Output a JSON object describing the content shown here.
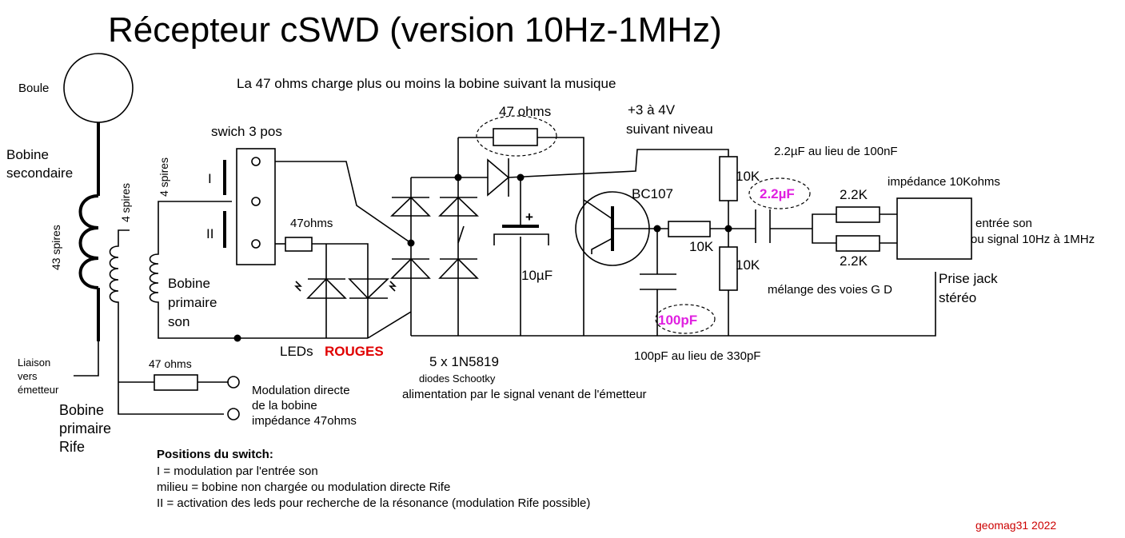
{
  "title": "Récepteur cSWD (version 10Hz-1MHz)",
  "subtitle": "La 47 ohms charge plus ou moins la bobine suivant la musique",
  "labels": {
    "boule": "Boule",
    "bobine_secondaire_1": "Bobine",
    "bobine_secondaire_2": "secondaire",
    "spires_43": "43 spires",
    "spires_4a": "4 spires",
    "spires_4b": "4 spires",
    "liaison_1": "Liaison",
    "liaison_2": "vers",
    "liaison_3": "émetteur",
    "bobine_rife_1": "Bobine",
    "bobine_rife_2": "primaire",
    "bobine_rife_3": "Rife",
    "bobine_son_1": "Bobine",
    "bobine_son_2": "primaire",
    "bobine_son_3": "son",
    "switch": "swich 3 pos",
    "switch_I": "I",
    "switch_II": "II",
    "r_47ohms_led": "47ohms",
    "r_47ohms_top": "47 ohms",
    "r_47ohms_bottom": "47 ohms",
    "leds": "LEDs",
    "leds_color": "ROUGES",
    "diodes_count": "5 x 1N5819",
    "diodes_type": "diodes Schootky",
    "diodes_note": "alimentation par le signal venant de l'émetteur",
    "cap_10uf": "10µF",
    "cap_plus": "+",
    "supply_1": "+3 à 4V",
    "supply_2": "suivant niveau",
    "transistor": "BC107",
    "r_10k_top": "10K",
    "r_10k_mid": "10K",
    "r_10k_bottom": "10K",
    "cap_100pf": "100pF",
    "cap_100pf_note": "100pF au lieu de 330pF",
    "cap_2_2uf": "2.2µF",
    "cap_2_2uf_note": "2.2µF au lieu de 100nF",
    "r_2_2k_top": "2.2K",
    "r_2_2k_bottom": "2.2K",
    "impedance": "impédance 10Kohms",
    "entree_1": "entrée son",
    "entree_2": "ou signal 10Hz à 1MHz",
    "melange": "mélange des voies G D",
    "jack_1": "Prise jack",
    "jack_2": "stéréo",
    "modulation_1": "Modulation directe",
    "modulation_2": "de la bobine",
    "modulation_3": "impédance 47ohms"
  },
  "switch_positions": {
    "heading": "Positions du switch:",
    "lines": [
      "I  = modulation par l'entrée son",
      "milieu = bobine non chargée ou modulation directe Rife",
      "II = activation des leds  pour  recherche de la résonance (modulation Rife possible)"
    ]
  },
  "credit": "geomag31 2022",
  "colors": {
    "wire": "#000000",
    "highlight_magenta": "#e020e0",
    "led_red": "#e00000",
    "credit_red": "#cc0000"
  }
}
